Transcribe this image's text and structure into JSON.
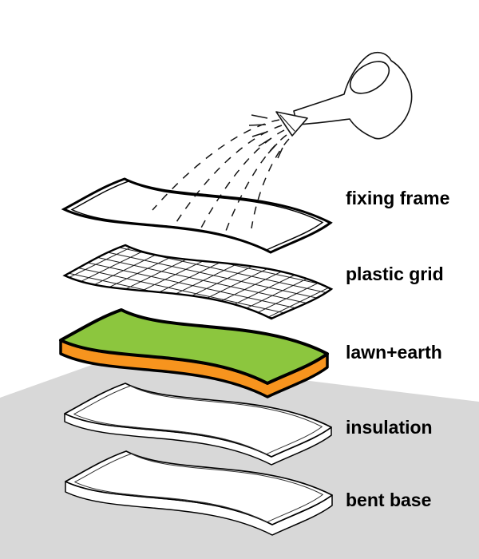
{
  "colors": {
    "background": "#ffffff",
    "floor_gray": "#d8d8d8",
    "lawn_green": "#8cc63e",
    "earth_orange": "#f7941e",
    "line_black": "#000000"
  },
  "icons": {
    "watering_can": "watering-can-icon",
    "water_spray": "water-spray-icon"
  },
  "layers": [
    {
      "label": "fixing frame"
    },
    {
      "label": "plastic grid"
    },
    {
      "label": "lawn+earth"
    },
    {
      "label": "insulation"
    },
    {
      "label": "bent base"
    }
  ]
}
